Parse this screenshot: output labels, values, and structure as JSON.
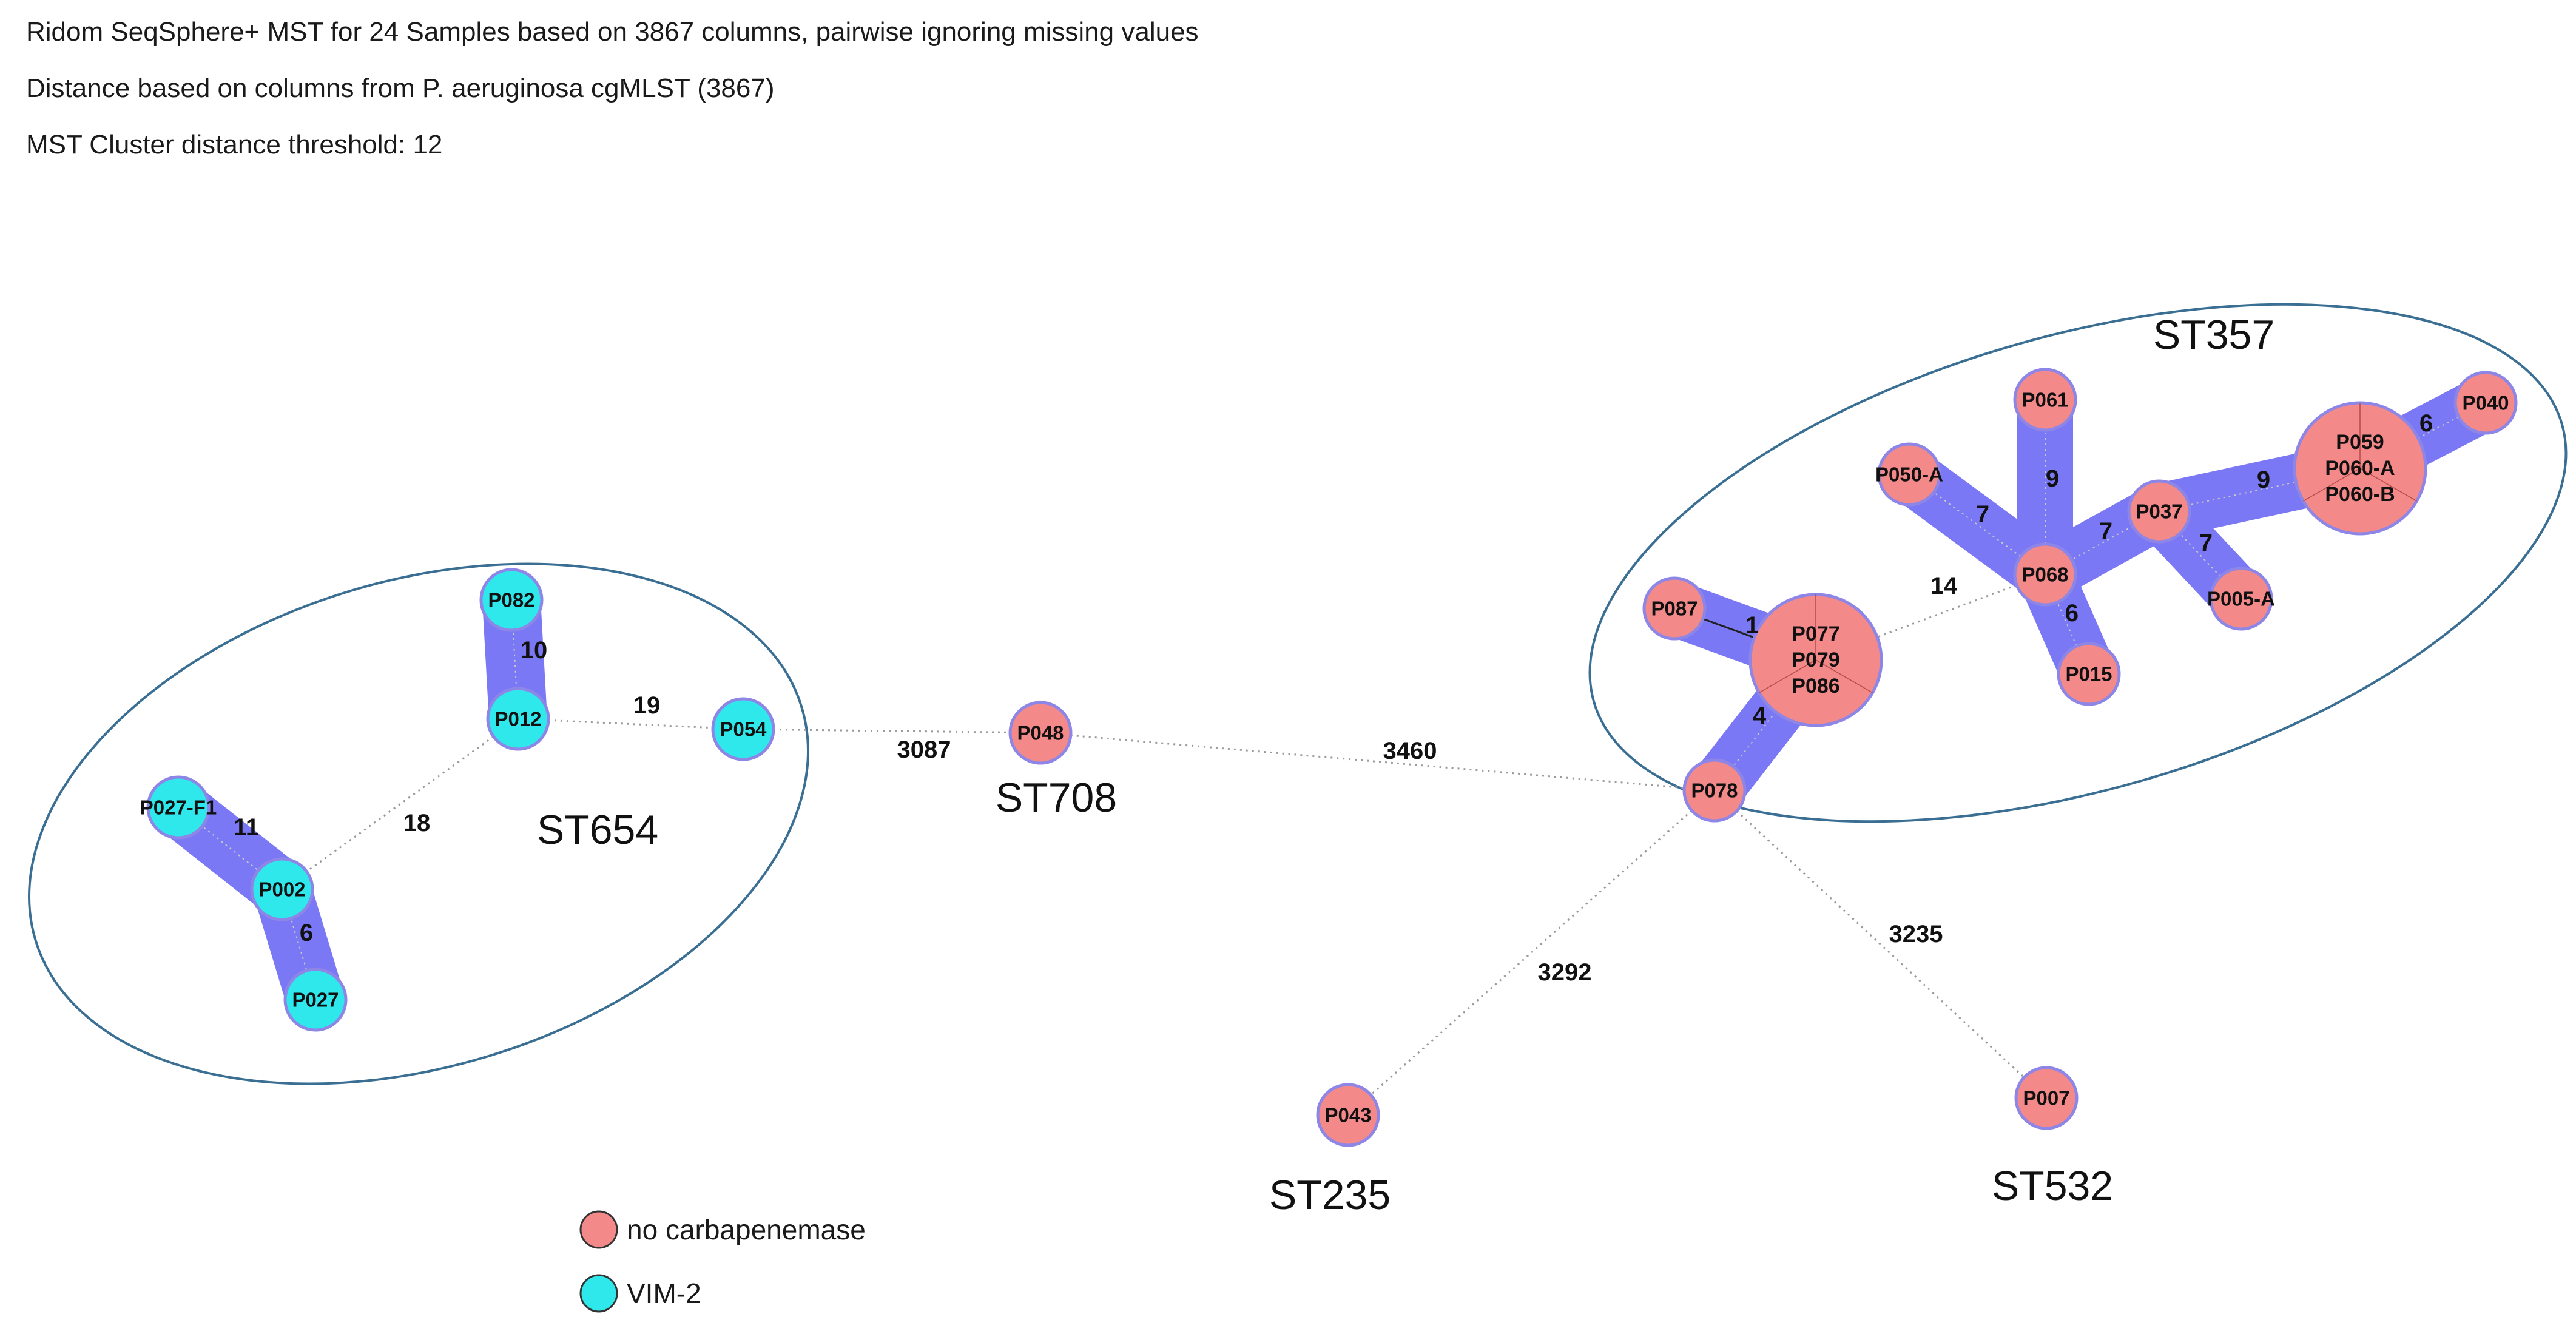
{
  "header": {
    "line1": "Ridom SeqSphere+ MST for 24 Samples based on 3867 columns, pairwise ignoring missing values",
    "line2": "Distance based on columns from P. aeruginosa cgMLST (3867)",
    "line3": "MST Cluster distance threshold: 12"
  },
  "colors": {
    "no_carbapenemase": "#f4898a",
    "vim2": "#2ee8ec",
    "cluster_shade": "#7b78f5",
    "group_outline": "#3a6f93",
    "node_border": "#8d86e6",
    "dotted_edge": "#9a9a9a"
  },
  "groups": [
    {
      "id": "st654",
      "label": "ST654"
    },
    {
      "id": "st357",
      "label": "ST357"
    }
  ],
  "st_labels": [
    {
      "id": "st654",
      "text": "ST654"
    },
    {
      "id": "st708",
      "text": "ST708"
    },
    {
      "id": "st357",
      "text": "ST357"
    },
    {
      "id": "st235",
      "text": "ST235"
    },
    {
      "id": "st532",
      "text": "ST532"
    }
  ],
  "nodes": [
    {
      "id": "P082",
      "labels": [
        "P082"
      ],
      "type": "VIM-2"
    },
    {
      "id": "P012",
      "labels": [
        "P012"
      ],
      "type": "VIM-2"
    },
    {
      "id": "P054",
      "labels": [
        "P054"
      ],
      "type": "VIM-2"
    },
    {
      "id": "P027-F1",
      "labels": [
        "P027-F1"
      ],
      "type": "VIM-2"
    },
    {
      "id": "P002",
      "labels": [
        "P002"
      ],
      "type": "VIM-2"
    },
    {
      "id": "P027",
      "labels": [
        "P027"
      ],
      "type": "VIM-2"
    },
    {
      "id": "P048",
      "labels": [
        "P048"
      ],
      "type": "no carbapenemase"
    },
    {
      "id": "P087",
      "labels": [
        "P087"
      ],
      "type": "no carbapenemase"
    },
    {
      "id": "P077-group",
      "labels": [
        "P077",
        "P079",
        "P086"
      ],
      "type": "no carbapenemase"
    },
    {
      "id": "P078",
      "labels": [
        "P078"
      ],
      "type": "no carbapenemase"
    },
    {
      "id": "P050-A",
      "labels": [
        "P050-A"
      ],
      "type": "no carbapenemase"
    },
    {
      "id": "P061",
      "labels": [
        "P061"
      ],
      "type": "no carbapenemase"
    },
    {
      "id": "P068",
      "labels": [
        "P068"
      ],
      "type": "no carbapenemase"
    },
    {
      "id": "P037",
      "labels": [
        "P037"
      ],
      "type": "no carbapenemase"
    },
    {
      "id": "P059-group",
      "labels": [
        "P059",
        "P060-A",
        "P060-B"
      ],
      "type": "no carbapenemase"
    },
    {
      "id": "P040",
      "labels": [
        "P040"
      ],
      "type": "no carbapenemase"
    },
    {
      "id": "P005-A",
      "labels": [
        "P005-A"
      ],
      "type": "no carbapenemase"
    },
    {
      "id": "P015",
      "labels": [
        "P015"
      ],
      "type": "no carbapenemase"
    },
    {
      "id": "P043",
      "labels": [
        "P043"
      ],
      "type": "no carbapenemase"
    },
    {
      "id": "P007",
      "labels": [
        "P007"
      ],
      "type": "no carbapenemase"
    }
  ],
  "edges": [
    {
      "from": "P082",
      "to": "P012",
      "distance": "10"
    },
    {
      "from": "P012",
      "to": "P054",
      "distance": "19"
    },
    {
      "from": "P012",
      "to": "P002",
      "distance": "18"
    },
    {
      "from": "P027-F1",
      "to": "P002",
      "distance": "11"
    },
    {
      "from": "P002",
      "to": "P027",
      "distance": "6"
    },
    {
      "from": "P054",
      "to": "P048",
      "distance": "3087"
    },
    {
      "from": "P048",
      "to": "P078",
      "distance": "3460"
    },
    {
      "from": "P087",
      "to": "P077-group",
      "distance": "1"
    },
    {
      "from": "P077-group",
      "to": "P078",
      "distance": "4"
    },
    {
      "from": "P077-group",
      "to": "P068",
      "distance": "14"
    },
    {
      "from": "P050-A",
      "to": "P068",
      "distance": "7"
    },
    {
      "from": "P061",
      "to": "P068",
      "distance": "9"
    },
    {
      "from": "P068",
      "to": "P037",
      "distance": "7"
    },
    {
      "from": "P068",
      "to": "P015",
      "distance": "6"
    },
    {
      "from": "P037",
      "to": "P059-group",
      "distance": "9"
    },
    {
      "from": "P059-group",
      "to": "P040",
      "distance": "6"
    },
    {
      "from": "P037",
      "to": "P005-A",
      "distance": "7"
    },
    {
      "from": "P078",
      "to": "P043",
      "distance": "3292"
    },
    {
      "from": "P078",
      "to": "P007",
      "distance": "3235"
    }
  ],
  "legend": [
    {
      "label": "no carbapenemase",
      "type": "no carbapenemase"
    },
    {
      "label": "VIM-2",
      "type": "VIM-2"
    }
  ]
}
